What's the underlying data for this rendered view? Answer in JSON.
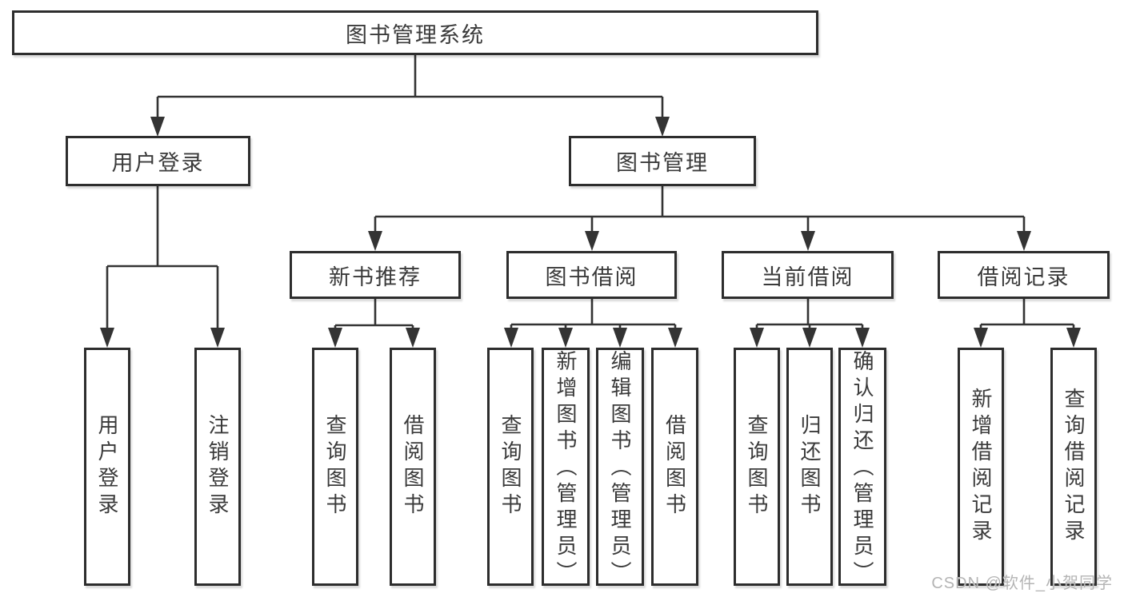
{
  "tree": {
    "root": "图书管理系统",
    "children": [
      {
        "label": "用户登录",
        "children": [
          "用户登录",
          "注销登录"
        ]
      },
      {
        "label": "图书管理",
        "children": [
          {
            "label": "新书推荐",
            "children": [
              "查询图书",
              "借阅图书"
            ]
          },
          {
            "label": "图书借阅",
            "children": [
              "查询图书",
              "新增图书（管理员）",
              "编辑图书（管理员）",
              "借阅图书"
            ]
          },
          {
            "label": "当前借阅",
            "children": [
              "查询图书",
              "归还图书",
              "确认归还（管理员）"
            ]
          },
          {
            "label": "借阅记录",
            "children": [
              "新增借阅记录",
              "查询借阅记录"
            ]
          }
        ]
      }
    ]
  },
  "watermark": "CSDN @软件_小贺同学",
  "colors": {
    "line": "#333333",
    "box_border": "#2d2d2d",
    "text": "#3a3a3a",
    "watermark": "#b4b4b4",
    "background": "#ffffff"
  }
}
